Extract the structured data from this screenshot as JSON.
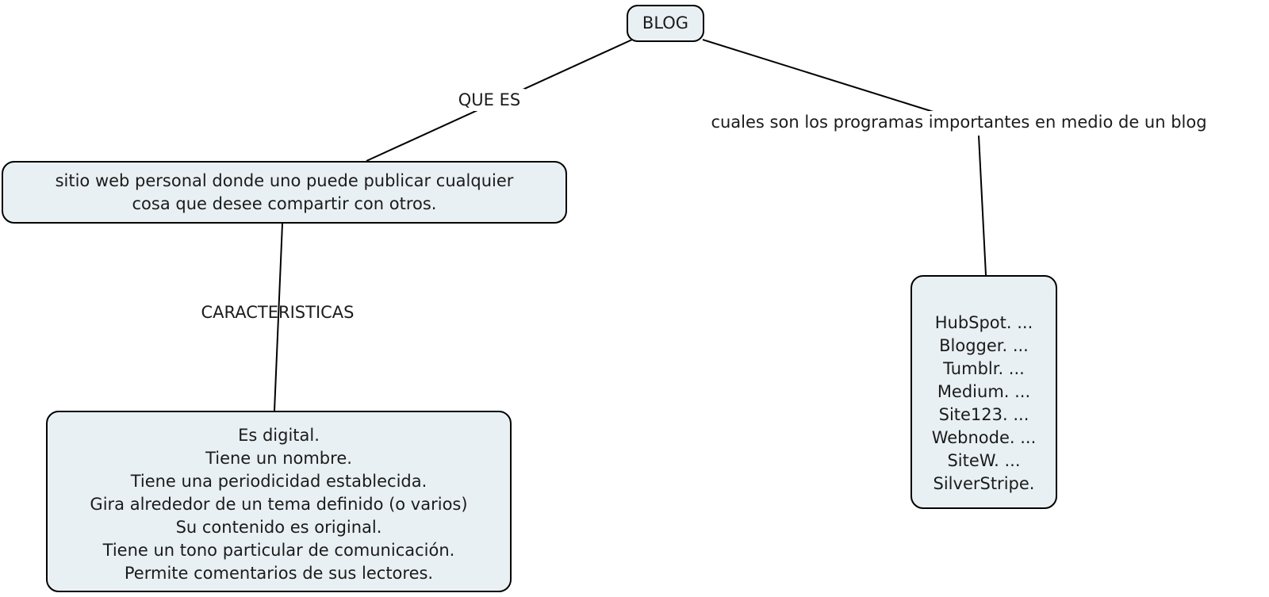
{
  "colors": {
    "canvas_bg": "#ffffff",
    "node_fill": "#e9f0f3",
    "node_border": "#000000",
    "edge_line": "#000000",
    "text": "#1b1b1b"
  },
  "root_node": {
    "label": "BLOG"
  },
  "edge_labels": {
    "que_es": "QUE ES",
    "caracteristicas": "CARACTERISTICAS",
    "programas": "cuales son los programas importantes en medio de un blog"
  },
  "definition_node": {
    "lines": [
      "sitio web personal donde uno puede publicar cualquier",
      "cosa que desee compartir con otros."
    ]
  },
  "caracteristicas_node": {
    "lines": [
      "Es digital.",
      "Tiene un nombre.",
      "Tiene una periodicidad establecida.",
      "Gira alrededor de un tema definido (o varios)",
      "Su contenido es original.",
      "Tiene un tono particular de comunicación.",
      "Permite comentarios de sus lectores."
    ]
  },
  "programas_node": {
    "lines": [
      "HubSpot. ...",
      "Blogger. ...",
      "Tumblr. ...",
      "Medium. ...",
      "Site123. ...",
      "Webnode. ...",
      "SiteW. ...",
      "SilverStripe."
    ]
  }
}
